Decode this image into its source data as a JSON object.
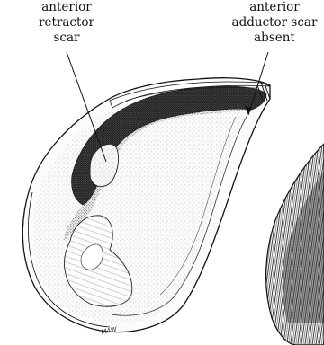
{
  "labels": {
    "anterior_retractor_scar": {
      "lines": [
        "anterior",
        "retractor",
        "scar"
      ]
    },
    "anterior_adductor_scar": {
      "lines": [
        "anterior",
        "adductor scar",
        "absent"
      ]
    }
  },
  "signature": "MAW",
  "colors": {
    "ink": "#111111",
    "stipple_dark": "#2a2a2a",
    "background": "#ffffff"
  }
}
